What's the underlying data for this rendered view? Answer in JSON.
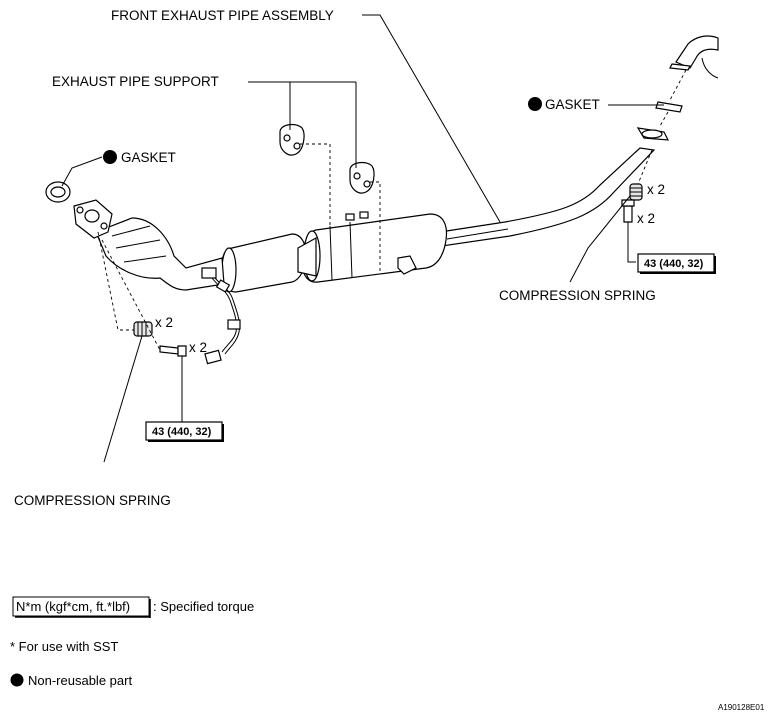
{
  "labels": {
    "front_exhaust_pipe_assembly": "FRONT EXHAUST PIPE ASSEMBLY",
    "exhaust_pipe_support": "EXHAUST PIPE SUPPORT",
    "gasket_left": "GASKET",
    "gasket_right": "GASKET",
    "compression_spring_left": "COMPRESSION SPRING",
    "compression_spring_right": "COMPRESSION SPRING",
    "qty_spring_left": "x 2",
    "qty_bolt_left": "x 2",
    "qty_spring_right": "x 2",
    "qty_bolt_right": "x 2",
    "torque_left": "43 (440, 32)",
    "torque_right": "43 (440, 32)"
  },
  "legend": {
    "torque_unit": "N*m (kgf*cm, ft.*lbf)",
    "torque_desc": ": Specified torque",
    "sst_note": "* For use with SST",
    "non_reusable": "Non-reusable part"
  },
  "figure_code": "A190128E01"
}
